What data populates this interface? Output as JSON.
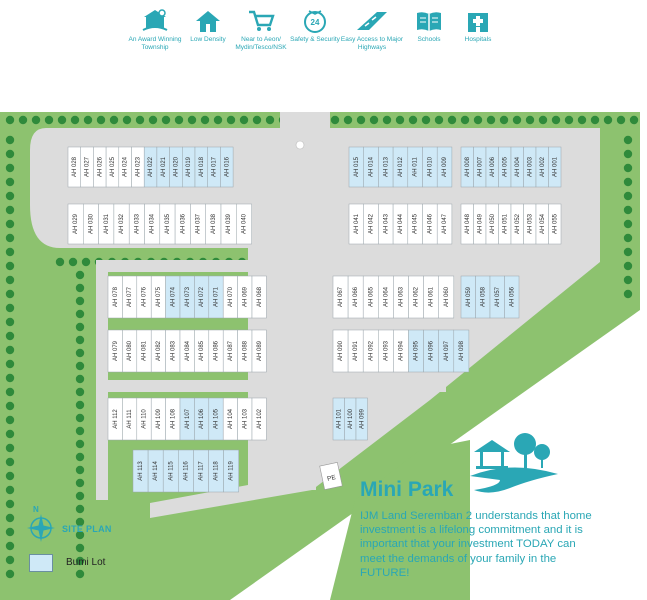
{
  "amenities": [
    {
      "name": "award-icon",
      "label": "An Award Winning Township"
    },
    {
      "name": "house-icon",
      "label": "Low Density"
    },
    {
      "name": "cart-icon",
      "label": "Near to Aeon/ Mydin/Tesco/NSK"
    },
    {
      "name": "shield-24-icon",
      "label": "Safety & Security"
    },
    {
      "name": "highway-icon",
      "label": "Easy Access to Major Highways"
    },
    {
      "name": "book-icon",
      "label": "Schools"
    },
    {
      "name": "hospital-icon",
      "label": "Hospitals"
    }
  ],
  "colors": {
    "teal": "#2aa7b5",
    "green": "#8dc26f",
    "road": "#dcdcdc",
    "bumi": "#cfe9f7",
    "lot": "#ffffff"
  },
  "legend": {
    "site_plan": "SITE PLAN",
    "bumi": "Bumi Lot"
  },
  "mini_park": {
    "title": "Mini Park",
    "text": "IJM Land Seremban 2 understands that home investment is a lifelong commitment and it is important that your investment TODAY can meet the demands of your family in the FUTURE!"
  },
  "pe_label": "PE",
  "lot_rows": [
    {
      "lots": [
        "AH 028",
        "AH 027",
        "AH 026",
        "AH 025",
        "AH 024",
        "AH 023",
        "AH 022",
        "AH 021",
        "AH 020",
        "AH 019",
        "AH 018",
        "AH 017",
        "AH 016"
      ],
      "bumi": [
        "AH 022",
        "AH 021",
        "AH 020",
        "AH 019",
        "AH 018",
        "AH 017",
        "AH 016"
      ]
    },
    {
      "lots": [
        "AH 029",
        "AH 030",
        "AH 031",
        "AH 032",
        "AH 033",
        "AH 034",
        "AH 035",
        "AH 036",
        "AH 037",
        "AH 038",
        "AH 039",
        "AH 040"
      ],
      "bumi": []
    },
    {
      "lots": [
        "AH 015",
        "AH 014",
        "AH 013",
        "AH 012",
        "AH 011",
        "AH 010",
        "AH 009"
      ],
      "bumi": [
        "AH 015",
        "AH 014",
        "AH 013",
        "AH 012",
        "AH 011",
        "AH 010",
        "AH 009"
      ]
    },
    {
      "lots": [
        "AH 008",
        "AH 007",
        "AH 006",
        "AH 005",
        "AH 004",
        "AH 003",
        "AH 002",
        "AH 001"
      ],
      "bumi": [
        "AH 008",
        "AH 007",
        "AH 006",
        "AH 005",
        "AH 004",
        "AH 003",
        "AH 002",
        "AH 001"
      ]
    },
    {
      "lots": [
        "AH 041",
        "AH 042",
        "AH 043",
        "AH 044",
        "AH 045",
        "AH 046",
        "AH 047"
      ],
      "bumi": []
    },
    {
      "lots": [
        "AH 048",
        "AH 049",
        "AH 050",
        "AH 051",
        "AH 052",
        "AH 053",
        "AH 054",
        "AH 055"
      ],
      "bumi": []
    },
    {
      "lots": [
        "AH 078",
        "AH 077",
        "AH 076",
        "AH 075",
        "AH 074",
        "AH 073",
        "AH 072",
        "AH 071",
        "AH 070",
        "AH 069",
        "AH 068"
      ],
      "bumi": [
        "AH 074",
        "AH 073",
        "AH 072",
        "AH 071"
      ]
    },
    {
      "lots": [
        "AH 067",
        "AH 066",
        "AH 065",
        "AH 064",
        "AH 063",
        "AH 062",
        "AH 061",
        "AH 060"
      ],
      "bumi": []
    },
    {
      "lots": [
        "AH 059",
        "AH 058",
        "AH 057",
        "AH 056"
      ],
      "bumi": [
        "AH 059",
        "AH 058",
        "AH 057",
        "AH 056"
      ]
    },
    {
      "lots": [
        "AH 079",
        "AH 080",
        "AH 081",
        "AH 082",
        "AH 083",
        "AH 084",
        "AH 085",
        "AH 086",
        "AH 087",
        "AH 088",
        "AH 089"
      ],
      "bumi": []
    },
    {
      "lots": [
        "AH 090",
        "AH 091",
        "AH 092",
        "AH 093",
        "AH 094",
        "AH 095",
        "AH 096",
        "AH 097",
        "AH 098"
      ],
      "bumi": [
        "AH 095",
        "AH 096",
        "AH 097",
        "AH 098"
      ]
    },
    {
      "lots": [
        "AH 112",
        "AH 111",
        "AH 110",
        "AH 109",
        "AH 108",
        "AH 107",
        "AH 106",
        "AH 105",
        "AH 104",
        "AH 103",
        "AH 102"
      ],
      "bumi": [
        "AH 107",
        "AH 106",
        "AH 105"
      ]
    },
    {
      "lots": [
        "AH 101",
        "AH 100",
        "AH 099"
      ],
      "bumi": [
        "AH 101",
        "AH 100",
        "AH 099"
      ]
    },
    {
      "lots": [
        "AH 113",
        "AH 114",
        "AH 115",
        "AH 116",
        "AH 117",
        "AH 118",
        "AH 119"
      ],
      "bumi": [
        "AH 113",
        "AH 114",
        "AH 115",
        "AH 116",
        "AH 117",
        "AH 118",
        "AH 119"
      ]
    }
  ]
}
